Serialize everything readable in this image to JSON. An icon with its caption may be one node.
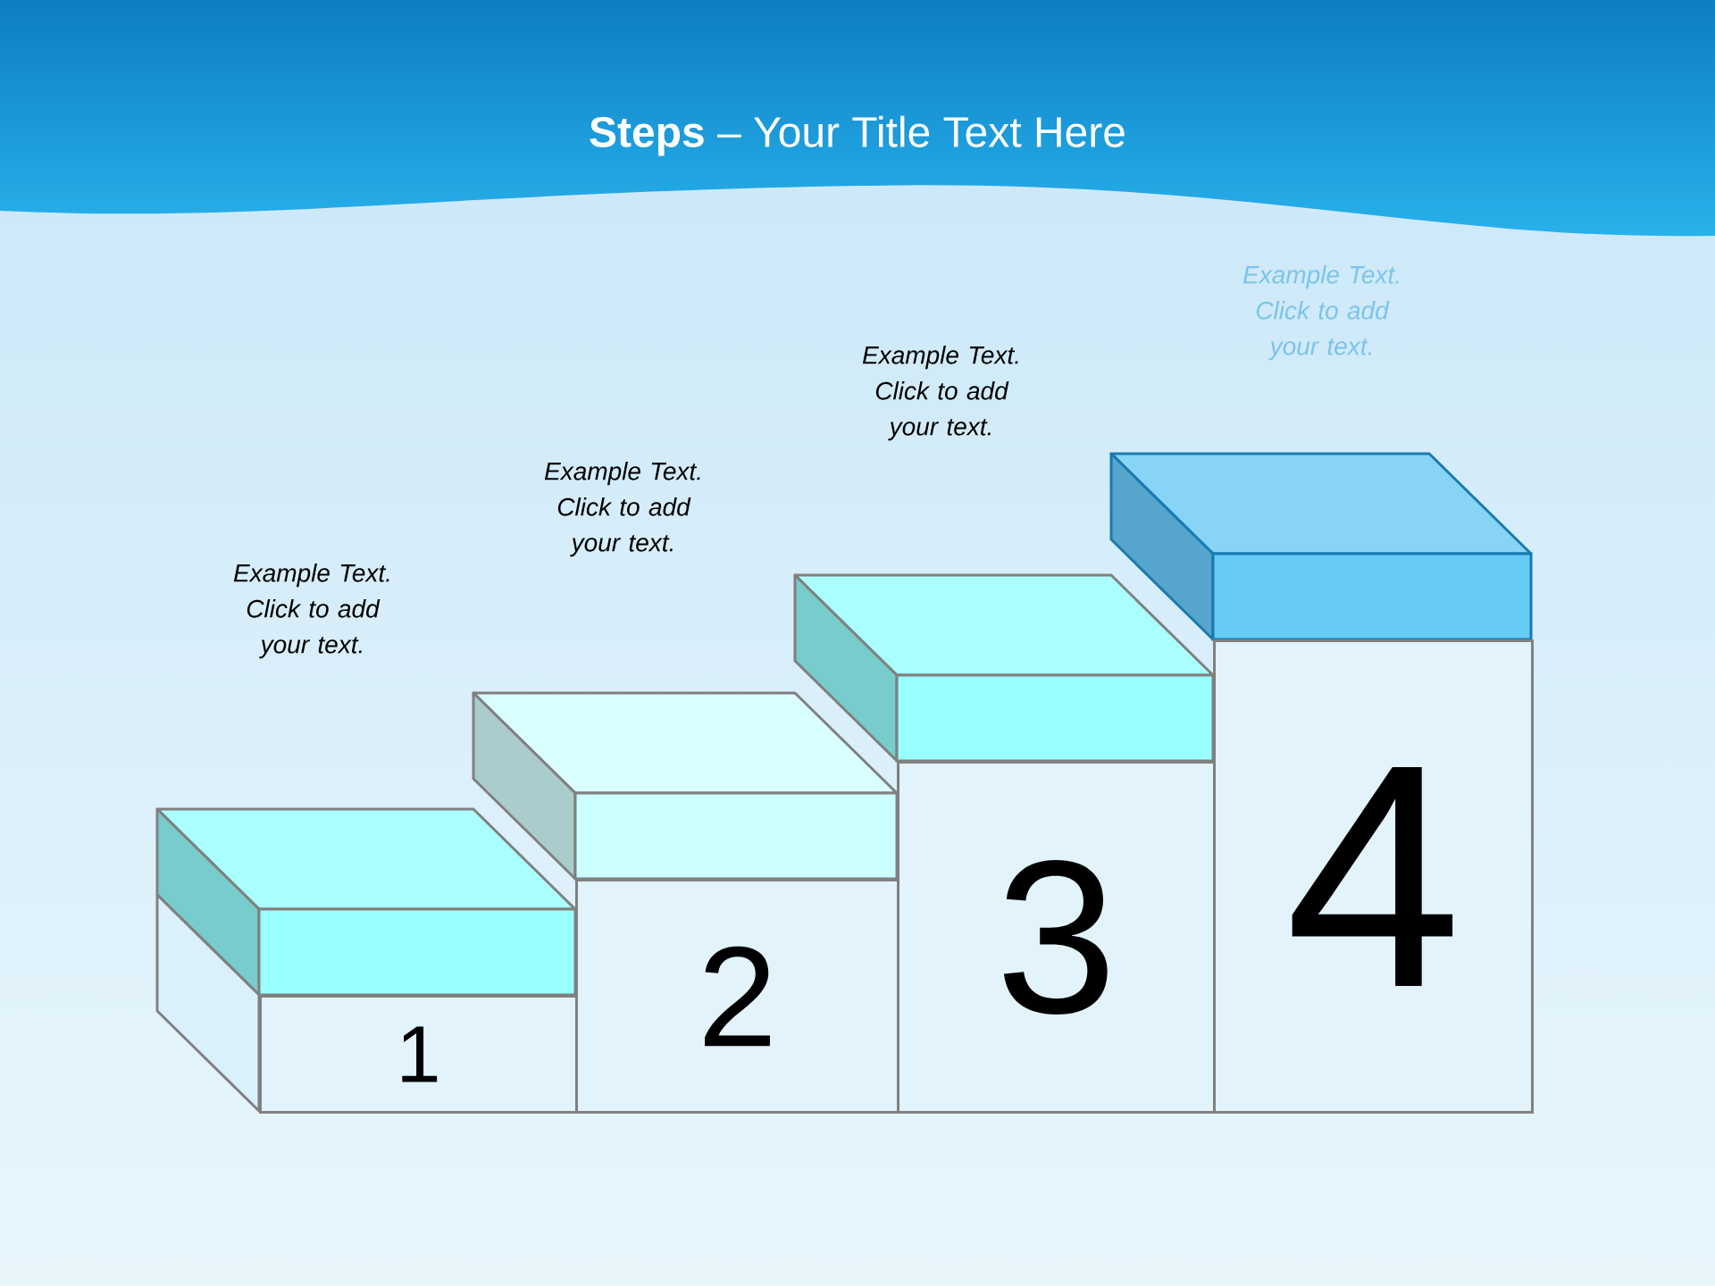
{
  "diagram": {
    "title": "**Steps** – Your Title Text Here",
    "nodes": [
      {
        "text": [
          "1"
        ]
      },
      {
        "text": [
          "2"
        ]
      },
      {
        "text": [
          "3"
        ]
      },
      {
        "text": [
          "4"
        ]
      }
    ],
    "edges": [],
    "labels": [
      "Example Text. Click to add your text.",
      "Example Text. Click to add your text.",
      "Example Text. Click to add your text.",
      "Example Text. Click to add your text."
    ]
  }
}
